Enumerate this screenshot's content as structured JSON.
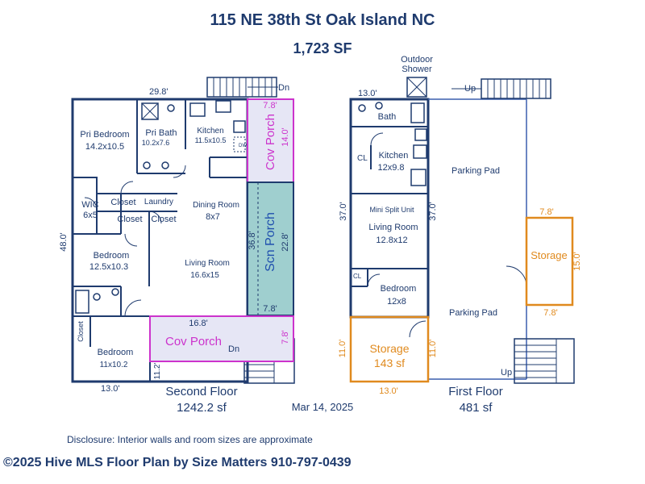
{
  "header": {
    "address": "115 NE 38th St Oak Island NC",
    "total_sf": "1,723 SF"
  },
  "second_floor": {
    "label": "Second Floor",
    "area": "1242.2 sf",
    "dims": {
      "top": "29.8'",
      "left": "48.0'",
      "bottom": "13.0'",
      "bottom_side": "11.2'"
    },
    "rooms": [
      {
        "name": "Pri Bedroom",
        "size": "14.2x10.5"
      },
      {
        "name": "Pri Bath",
        "size": "10.2x7.6"
      },
      {
        "name": "Kitchen",
        "size": "11.5x10.5"
      },
      {
        "name": "WIC",
        "size": "6x5"
      },
      {
        "name": "Closet",
        "size": ""
      },
      {
        "name": "Laundry",
        "size": ""
      },
      {
        "name": "Closet",
        "size": ""
      },
      {
        "name": "Closet",
        "size": ""
      },
      {
        "name": "Dining Room",
        "size": "8x7"
      },
      {
        "name": "Bedroom",
        "size": "12.5x10.3"
      },
      {
        "name": "Living Room",
        "size": "16.6x15"
      },
      {
        "name": "Closet",
        "size": ""
      },
      {
        "name": "Bedroom",
        "size": "11x10.2"
      }
    ],
    "kitchen_dw": "DW",
    "cov_porch_right": {
      "name": "Cov Porch",
      "w": "7.8'",
      "h": "14.0'"
    },
    "scn_porch": {
      "name": "Scn Porch",
      "h1": "36.8'",
      "h2": "22.8'",
      "w": "7.8'"
    },
    "cov_porch_bottom": {
      "name": "Cov Porch",
      "w": "16.8'",
      "h": "7.8'"
    },
    "stairs_top": "Dn",
    "stairs_bottom": "Dn"
  },
  "first_floor": {
    "label": "First Floor",
    "area": "481 sf",
    "dims": {
      "top": "13.0'",
      "left": "37.0'",
      "right": "37.0'"
    },
    "outdoor_shower": [
      "Outdoor",
      "Shower"
    ],
    "rooms": [
      {
        "name": "Bath",
        "size": ""
      },
      {
        "name": "CL",
        "size": ""
      },
      {
        "name": "Kitchen",
        "size": "12x9.8"
      },
      {
        "name": "Mini Split Unit",
        "size": ""
      },
      {
        "name": "Living Room",
        "size": "12.8x12"
      },
      {
        "name": "CL",
        "size": ""
      },
      {
        "name": "Bedroom",
        "size": "12x8"
      }
    ],
    "storage_left": {
      "name": "Storage",
      "area": "143 sf",
      "h": "11.0'",
      "h2": "11.0'",
      "w": "13.0'"
    },
    "storage_right": {
      "name": "Storage",
      "w": "7.8'",
      "h": "15.0'",
      "w2": "7.8'"
    },
    "parking_pad_top": "Parking Pad",
    "parking_pad_bottom": "Parking Pad",
    "stairs_top": "Up",
    "stairs_bottom": "Up"
  },
  "date": "Mar 14, 2025",
  "disclosure": "Disclosure: Interior walls and room sizes are approximate",
  "footer": "©2025 Hive MLS Floor Plan by Size Matters 910-797-0439",
  "colors": {
    "wall": "#1f3b6e",
    "magenta": "#cc33cc",
    "teal": "#9fcfcf",
    "orange": "#e08a1e",
    "blue": "#3a5fae"
  }
}
